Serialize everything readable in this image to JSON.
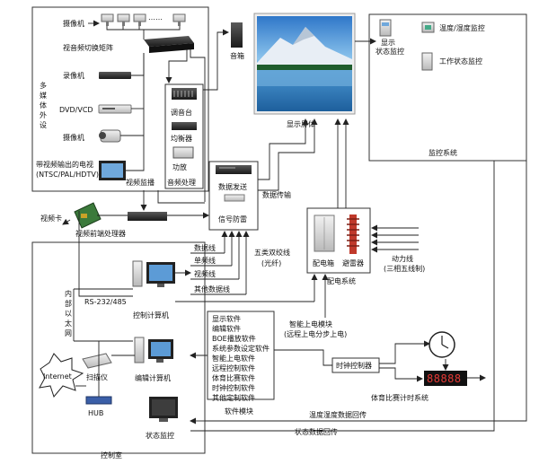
{
  "multimedia": {
    "side_label": [
      "多",
      "媒",
      "体",
      "外",
      "设"
    ],
    "cameras_label": "摄像机",
    "matrix_label": "视音频切换矩阵",
    "recorder_label": "录像机",
    "dvd_label": "DVD/VCD",
    "camera2_label": "摄像机",
    "tv_label": "带视频输出的电视",
    "tv_sub_label": "(NTSC/PAL/HDTV)",
    "video_monitor_label": "视频监播",
    "mixer_label": "调音台",
    "eq_label": "均衡器",
    "amp_label": "功放",
    "audio_label": "音频处理",
    "dots": "……"
  },
  "display": {
    "speaker_label": "音箱",
    "screen_label": "显示屏体",
    "data_send_label": "数据发送",
    "lightning_label": "信号防雷",
    "data_trans_label": "数据传输"
  },
  "monitor_system": {
    "display_status_label": [
      "显示",
      "状态监控"
    ],
    "temp_label": "温度/湿度监控",
    "work_label": "工作状态监控",
    "system_label": "监控系统"
  },
  "power": {
    "box_label": "配电箱",
    "arrester_label": "避雷器",
    "system_label": "配电系统",
    "power_line_label": "动力线",
    "power_line_sub": "(三相五线制)"
  },
  "control": {
    "video_card_label": "视频卡",
    "front_proc_label": "视频前端处理器",
    "data_line_label": "数据线",
    "single_line_label": "单频线",
    "video_line_label": "视频线",
    "other_line_label": "其他数据线",
    "cat5_label": "五类双绞线",
    "fiber_label": "(光纤)",
    "rs_label": "RS-232/485",
    "lan_label": [
      "内",
      "部",
      "以",
      "太",
      "网"
    ],
    "control_pc_label": "控制计算机",
    "smart_power_label": "智能上电模块",
    "smart_power_sub": "(远程上电分步上电)",
    "software": [
      "显示软件",
      "编辑软件",
      "BOE播放软件",
      "系统参数设定软件",
      "智能上电软件",
      "远程控制软件",
      "体育比赛软件",
      "时钟控制软件",
      "其他定制软件"
    ],
    "software_module_label": "软件模块",
    "internet_label": "Internet",
    "scanner_label": "扫描仪",
    "edit_pc_label": "编辑计算机",
    "hub_label": "HUB",
    "status_monitor_label": "状态监控",
    "room_label": "控制室",
    "clock_ctrl_label": "时钟控制器",
    "sports_label": "体育比赛计时系统",
    "sports_digits": "88888",
    "temp_return_label": "温度湿度数据回传",
    "status_return_label": "状态数据回传"
  }
}
